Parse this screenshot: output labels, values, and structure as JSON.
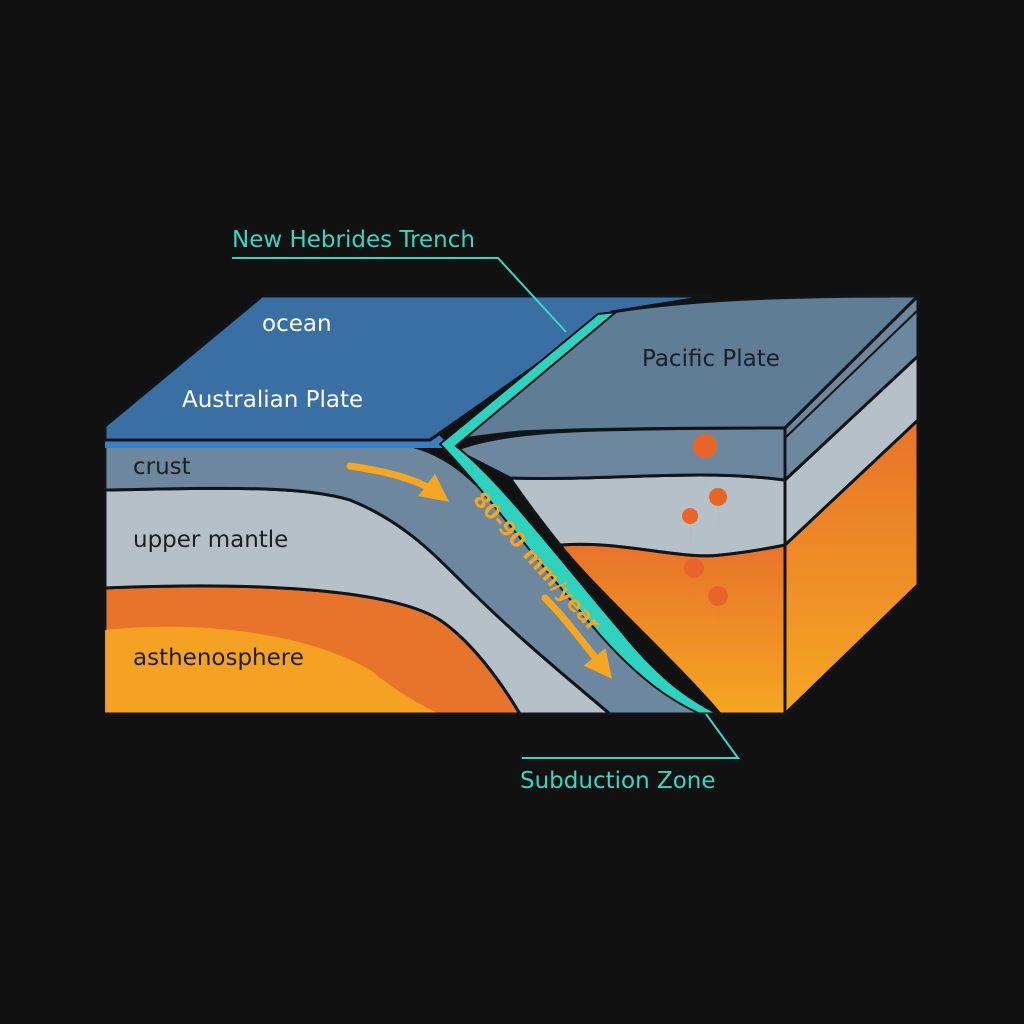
{
  "labels": {
    "trench": "New Hebrides Trench",
    "ocean": "ocean",
    "australian_plate": "Australian Plate",
    "pacific_plate": "Pacific Plate",
    "crust": "crust",
    "upper_mantle": "upper mantle",
    "asthenosphere": "asthenosphere",
    "rate": "80-90 mm/year",
    "subduction_zone": "Subduction Zone"
  },
  "colors": {
    "background": "#111111",
    "ocean": "#3a6fa3",
    "crust": "#6d889e",
    "mantle": "#b6c0c8",
    "asthenosphere_dark": "#e8732a",
    "asthenosphere_light": "#f5a623",
    "subduction_line": "#2fd1bf",
    "arrow": "#f5a623",
    "magma": "#e8652a",
    "outline": "#111418"
  }
}
